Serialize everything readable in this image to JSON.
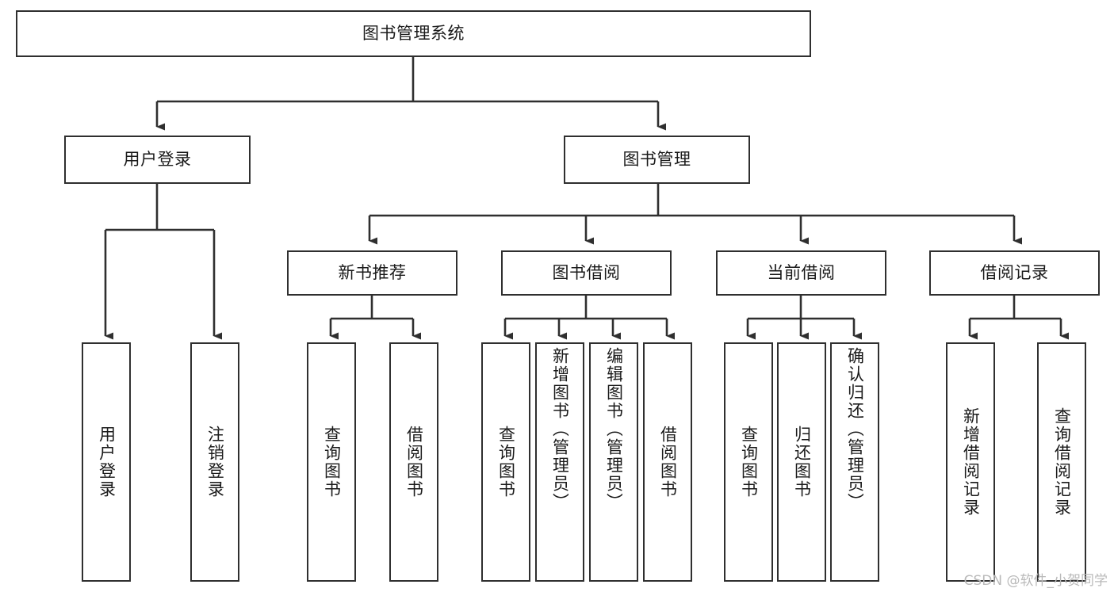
{
  "diagram": {
    "title": "图书管理系统",
    "type": "hierarchy-tree",
    "root": {
      "label": "图书管理系统"
    },
    "level2": [
      {
        "label": "用户登录"
      },
      {
        "label": "图书管理"
      }
    ],
    "level3": [
      {
        "label": "新书推荐"
      },
      {
        "label": "图书借阅"
      },
      {
        "label": "当前借阅"
      },
      {
        "label": "借阅记录"
      }
    ],
    "leaves": [
      {
        "label": "用户登录",
        "parent": "用户登录"
      },
      {
        "label": "注销登录",
        "parent": "用户登录"
      },
      {
        "label": "查询图书",
        "parent": "新书推荐"
      },
      {
        "label": "借阅图书",
        "parent": "新书推荐"
      },
      {
        "label": "查询图书",
        "parent": "图书借阅"
      },
      {
        "label": "新增图书（管理员）",
        "parent": "图书借阅"
      },
      {
        "label": "编辑图书（管理员）",
        "parent": "图书借阅"
      },
      {
        "label": "借阅图书",
        "parent": "图书借阅"
      },
      {
        "label": "查询图书",
        "parent": "当前借阅"
      },
      {
        "label": "归还图书",
        "parent": "当前借阅"
      },
      {
        "label": "确认归还（管理员）",
        "parent": "当前借阅"
      },
      {
        "label": "新增借阅记录",
        "parent": "借阅记录"
      },
      {
        "label": "查询借阅记录",
        "parent": "借阅记录"
      }
    ]
  },
  "watermark": {
    "text": "CSDN @软件_小贺同学"
  },
  "colors": {
    "border": "#2f2f2f",
    "background": "#ffffff",
    "text": "#1a1a1a",
    "watermark": "#b9b9b9"
  }
}
